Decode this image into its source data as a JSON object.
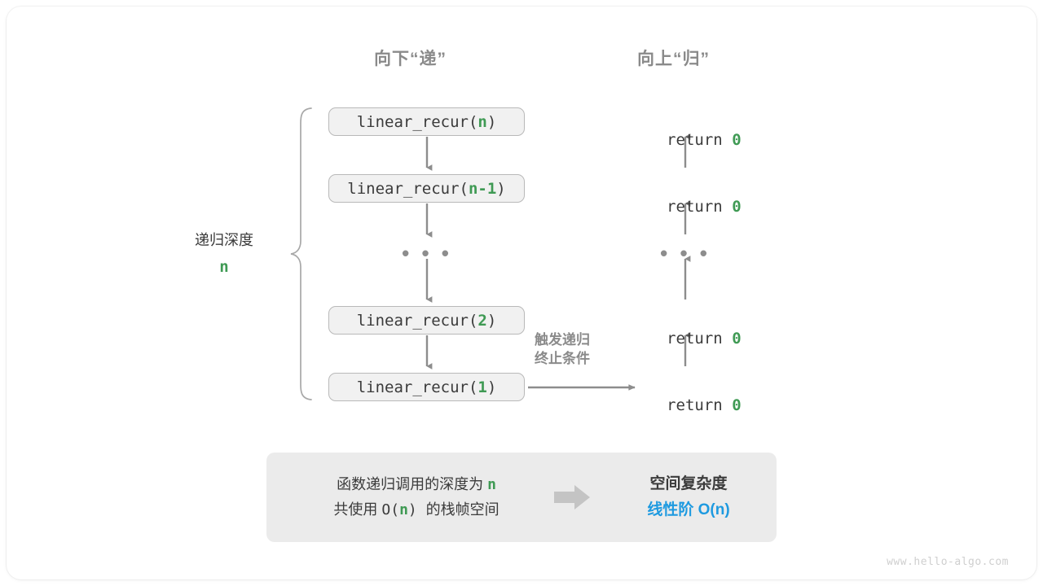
{
  "headings": {
    "down": "向下“递”",
    "up": "向上“归”"
  },
  "call_boxes": [
    {
      "prefix": "linear_recur(",
      "arg": "n",
      "suffix": ")"
    },
    {
      "prefix": "linear_recur(",
      "arg": "n-1",
      "suffix": ")"
    },
    {
      "prefix": "linear_recur(",
      "arg": "2",
      "suffix": ")"
    },
    {
      "prefix": "linear_recur(",
      "arg": "1",
      "suffix": ")"
    }
  ],
  "returns": [
    {
      "keyword": "return ",
      "value": "0"
    },
    {
      "keyword": "return ",
      "value": "0"
    },
    {
      "keyword": "return ",
      "value": "0"
    },
    {
      "keyword": "return ",
      "value": "0"
    }
  ],
  "ellipsis": "• • •",
  "depth": {
    "label": "递归深度",
    "value": "n"
  },
  "trigger_note": "触发递归\n终止条件",
  "summary": {
    "line1_a": "函数递归调用的深度为 ",
    "line1_n": "n",
    "line2_a": "共使用 ",
    "line2_o": "O(",
    "line2_n": "n",
    "line2_b": ") ",
    "line2_c": "的栈帧空间",
    "arrow_icon": "right-block-arrow",
    "title": "空间复杂度",
    "value": "线性阶 O(n)"
  },
  "watermark": "www.hello-algo.com",
  "colors": {
    "green": "#3f9a54",
    "blue": "#1e9ae0",
    "gray_text": "#8a8a8a",
    "dark_text": "#3b3b3b",
    "box_fill": "#f1f1f1",
    "box_border": "#b9b9b9",
    "panel_fill": "#ebebeb",
    "arrow": "#8d8d8d"
  }
}
